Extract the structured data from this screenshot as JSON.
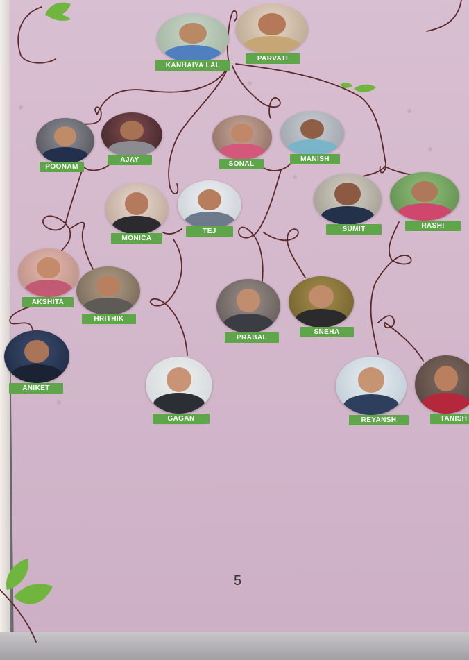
{
  "page_number": "5",
  "colors": {
    "page_background": "#d6bbcf",
    "label_background": "#5fa54a",
    "label_text": "#ffffff",
    "vine": "#5a2a2a",
    "leaf": "#6fb53e"
  },
  "family": {
    "root": [
      "KANHAIYA LAL",
      "PARVATI"
    ],
    "members": [
      {
        "name": "KANHAIYA LAL"
      },
      {
        "name": "PARVATI"
      },
      {
        "name": "POONAM"
      },
      {
        "name": "AJAY"
      },
      {
        "name": "SONAL"
      },
      {
        "name": "MANISH"
      },
      {
        "name": "MONICA"
      },
      {
        "name": "TEJ"
      },
      {
        "name": "SUMIT"
      },
      {
        "name": "RASHI"
      },
      {
        "name": "AKSHITA"
      },
      {
        "name": "HRITHIK"
      },
      {
        "name": "ANIKET"
      },
      {
        "name": "PRABAL"
      },
      {
        "name": "SNEHA"
      },
      {
        "name": "GAGAN"
      },
      {
        "name": "REYANSH"
      },
      {
        "name": "TANISH"
      }
    ]
  }
}
